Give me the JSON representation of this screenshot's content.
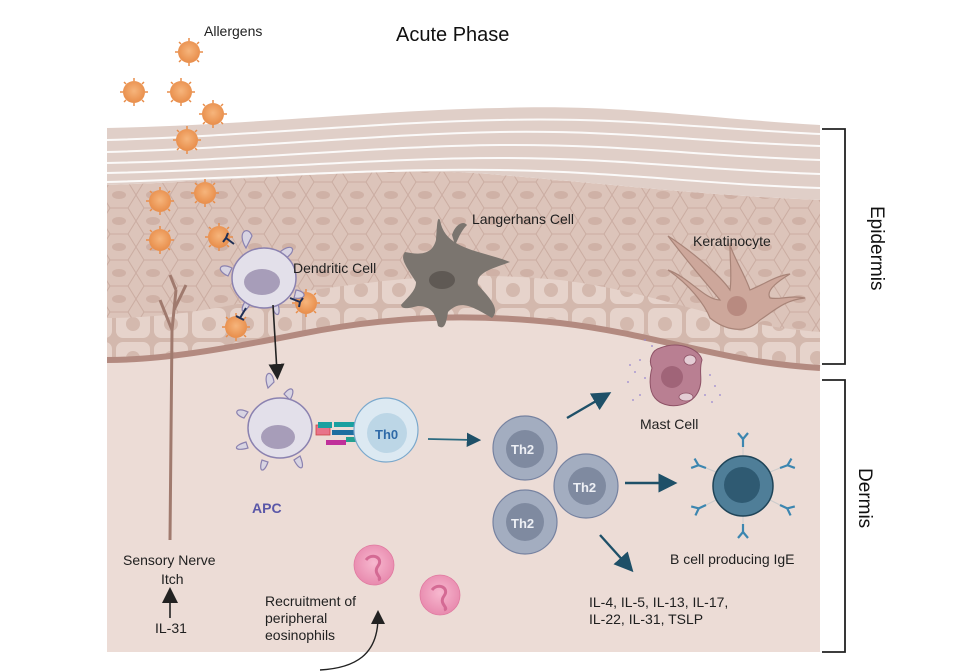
{
  "title": "Acute Phase",
  "layers": {
    "epidermis": "Epidermis",
    "dermis": "Dermis"
  },
  "labels": {
    "allergens": "Allergens",
    "dendritic_cell": "Dendritic Cell",
    "langerhans_cell": "Langerhans Cell",
    "keratinocyte": "Keratinocyte",
    "apc": "APC",
    "th0": "Th0",
    "th2_a": "Th2",
    "th2_b": "Th2",
    "th2_c": "Th2",
    "mast_cell": "Mast Cell",
    "b_cell": "B cell producing IgE",
    "cytokines_line1": "IL-4, IL-5, IL-13, IL-17,",
    "cytokines_line2": "IL-22, IL-31, TSLP",
    "sensory_nerve": "Sensory Nerve",
    "itch": "Itch",
    "il31": "IL-31",
    "eosinophils_line1": "Recruitment of",
    "eosinophils_line2": "peripheral",
    "eosinophils_line3": "eosinophils"
  },
  "colors": {
    "stratum_corneum": "#e0cfc8",
    "epidermis": "#d9bfb5",
    "basal_edge": "#b38a80",
    "dermis": "#ecdcd6",
    "allergen": "#f0a060",
    "dendritic": "#d8d4e2",
    "langerhans": "#7b756f",
    "keratinocyte": "#cda79b",
    "th2": "#9ea8ba",
    "th0": "#d7e7f2",
    "b_cell": "#3f6e88",
    "mast_cell": "#b87a8c",
    "eosinophil": "#ee9ab9",
    "arrow_teal": "#1e5068",
    "apc_text": "#5a57a8"
  }
}
